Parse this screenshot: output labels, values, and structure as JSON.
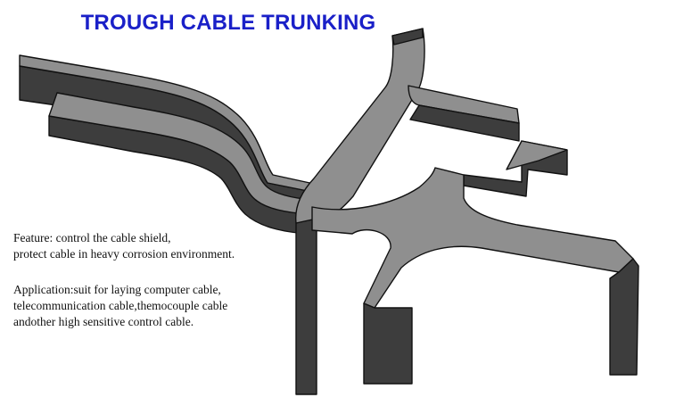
{
  "title": "TROUGH CABLE TRUNKING",
  "colors": {
    "title": "#1a20c8",
    "tray_top": "#8f8f8f",
    "tray_side": "#3d3d3d",
    "edge": "#111111",
    "background": "#ffffff"
  },
  "feature": {
    "line1": "Feature: control the cable shield,",
    "line2": "protect cable in heavy corrosion environment."
  },
  "application": {
    "line1": "Application:suit for laying computer cable,",
    "line2": "telecommunication cable,themocouple cable",
    "line3": "andother high sensitive control cable."
  }
}
